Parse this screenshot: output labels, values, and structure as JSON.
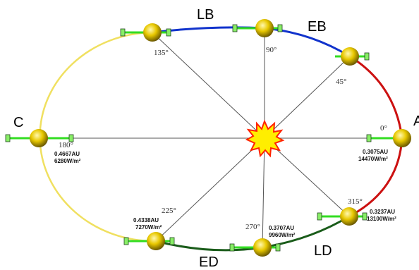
{
  "segments": {
    "A": "A",
    "EB": "EB",
    "LB": "LB",
    "C": "C",
    "ED": "ED",
    "LD": "LD"
  },
  "angles": [
    "0°",
    "45°",
    "90°",
    "135°",
    "180°",
    "225°",
    "270°",
    "315°"
  ],
  "positions": [
    {
      "id": "p0",
      "dist": "0.3075AU",
      "flux": "14470W/m²"
    },
    {
      "id": "p180",
      "dist": "0.4667AU",
      "flux": "6280W/m²"
    },
    {
      "id": "p225",
      "dist": "0.4338AU",
      "flux": "7270W/m²"
    },
    {
      "id": "p270",
      "dist": "0.3707AU",
      "flux": "9960W/m²"
    },
    {
      "id": "p315",
      "dist": "0.3237AU",
      "flux": "13100W/m²"
    }
  ],
  "colors": {
    "arc_A": "#cc1111",
    "arc_B": "#1133cc",
    "arc_C": "#f0e060",
    "arc_D": "#1a5c1a",
    "sun_fill": "#ffee00",
    "sun_stroke": "#ff2200",
    "panel": "#33dd22"
  }
}
